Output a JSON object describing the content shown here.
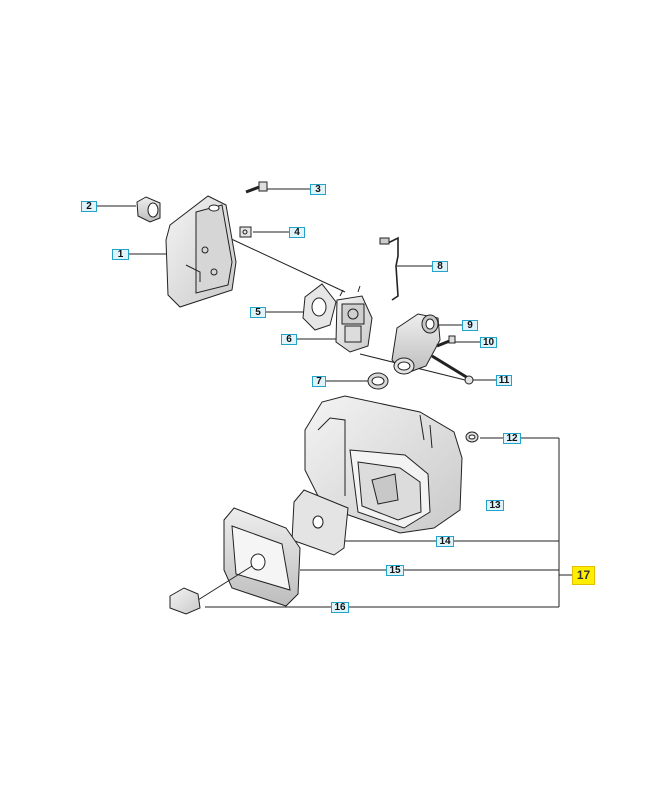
{
  "diagram": {
    "callouts": [
      {
        "id": "1",
        "label": "1"
      },
      {
        "id": "2",
        "label": "2"
      },
      {
        "id": "3",
        "label": "3"
      },
      {
        "id": "4",
        "label": "4"
      },
      {
        "id": "5",
        "label": "5"
      },
      {
        "id": "6",
        "label": "6"
      },
      {
        "id": "7",
        "label": "7"
      },
      {
        "id": "8",
        "label": "8"
      },
      {
        "id": "9",
        "label": "9"
      },
      {
        "id": "10",
        "label": "10"
      },
      {
        "id": "11",
        "label": "11"
      },
      {
        "id": "12",
        "label": "12"
      },
      {
        "id": "13",
        "label": "13"
      },
      {
        "id": "14",
        "label": "14"
      },
      {
        "id": "15",
        "label": "15"
      },
      {
        "id": "16",
        "label": "16"
      },
      {
        "id": "17",
        "label": "17",
        "highlighted": true
      }
    ],
    "colors": {
      "callout_border": "#23a3c9",
      "callout_fill": "#dff3fa",
      "highlight_fill": "#ffee00",
      "line": "#222222"
    }
  }
}
